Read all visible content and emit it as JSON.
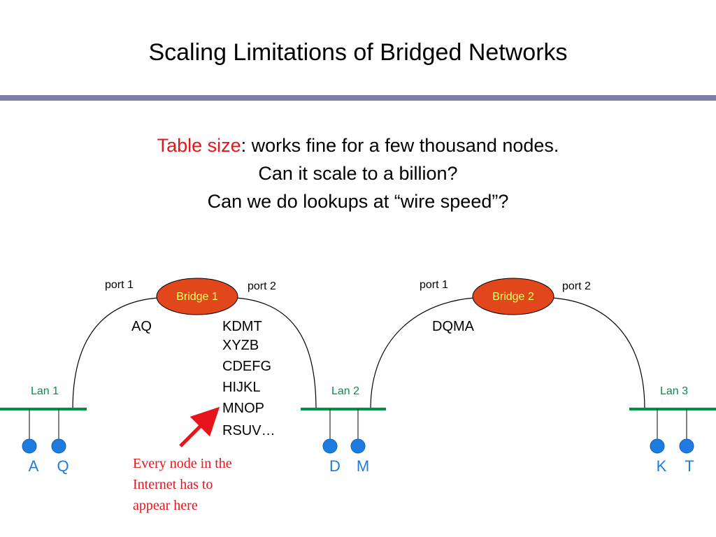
{
  "slide": {
    "title": "Scaling Limitations of Bridged Networks",
    "line1_highlight": "Table size",
    "line1_rest": ": works fine for a few thousand nodes.",
    "line2": "Can it scale to a billion?",
    "line3": "Can we do lookups at “wire speed”?"
  },
  "diagram": {
    "bridges": [
      {
        "label": "Bridge 1",
        "port1": "port 1",
        "port2": "port 2"
      },
      {
        "label": "Bridge 2",
        "port1": "port 1",
        "port2": "port 2"
      }
    ],
    "lans": [
      "Lan 1",
      "Lan 2",
      "Lan 3"
    ],
    "nodes": [
      "A",
      "Q",
      "D",
      "M",
      "K",
      "T"
    ],
    "tables": {
      "b1_port1": "AQ",
      "b1_port2": [
        "KDMT",
        "XYZB",
        "CDEFG",
        "HIJKL",
        "MNOP",
        "RSUV…"
      ],
      "b2_port1": "DQMA"
    },
    "annotation": [
      "Every node in the",
      "Internet has to",
      "appear here"
    ],
    "colors": {
      "bridge_fill": "#e2471b",
      "bridge_text": "#ffff66",
      "lan": "#00904a",
      "node": "#1e7be0",
      "annotation": "#e8141c",
      "highlight": "#e8141c"
    }
  }
}
